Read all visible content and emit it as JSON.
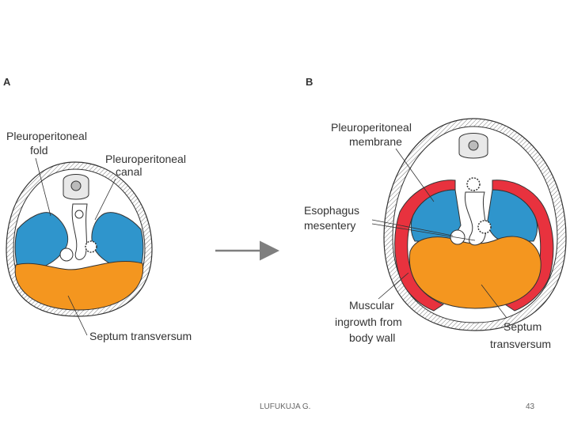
{
  "panels": {
    "a": {
      "letter": "A",
      "labels": {
        "fold_line1": "Pleuroperitoneal",
        "fold_line2": "fold",
        "canal_line1": "Pleuroperitoneal",
        "canal_line2": "canal",
        "septum": "Septum transversum"
      }
    },
    "b": {
      "letter": "B",
      "labels": {
        "membrane_line1": "Pleuroperitoneal",
        "membrane_line2": "membrane",
        "esophagus_line1": "Esophagus",
        "esophagus_line2": "mesentery",
        "muscular_line1": "Muscular",
        "muscular_line2": "ingrowth from",
        "muscular_line3": "body wall",
        "septum_line1": "Septum",
        "septum_line2": "transversum"
      }
    }
  },
  "footer": {
    "author": "LUFUKUJA G.",
    "page": "43"
  },
  "colors": {
    "blue": "#2f95cc",
    "orange": "#f4961f",
    "red": "#e8323e",
    "outline": "#333333"
  }
}
